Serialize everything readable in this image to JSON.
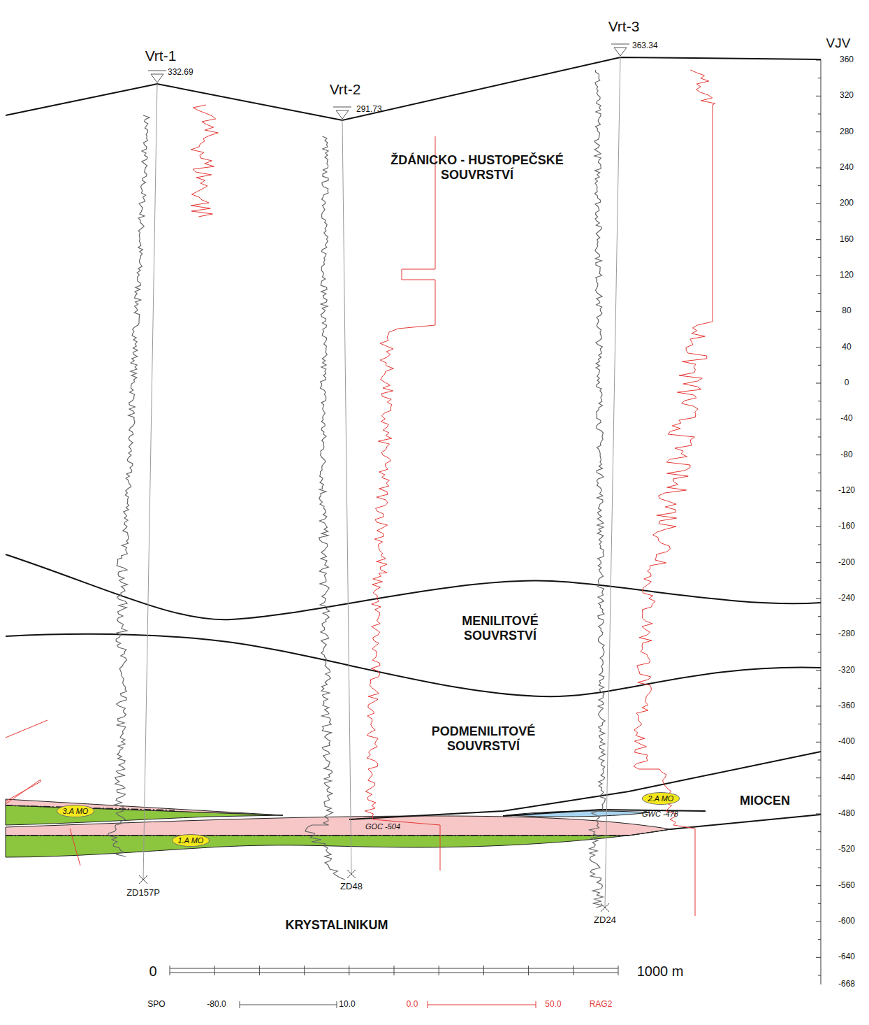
{
  "diagram": {
    "nodes": [
      {
        "text": [
          "3.A MO"
        ]
      },
      {
        "text": [
          "1.A MO"
        ]
      },
      {
        "text": [
          "2.A MO"
        ]
      }
    ],
    "labels": [
      "Vrt-1",
      "332.69",
      "Vrt-2",
      "291.73",
      "Vrt-3",
      "363.34",
      "VJV",
      "360",
      "320",
      "280",
      "240",
      "200",
      "160",
      "120",
      "80",
      "40",
      "0",
      "-40",
      "-80",
      "-120",
      "-160",
      "-200",
      "-240",
      "-280",
      "-320",
      "-360",
      "-400",
      "-440",
      "-480",
      "-520",
      "-560",
      "-600",
      "-640",
      "-668",
      "ŽDÁNICKO - HUSTOPEČSKÉ SOUVRSTVÍ",
      "MENILITOVÉ SOUVRSTVÍ",
      "PODMENILITOVÉ SOUVRSTVÍ",
      "MIOCEN",
      "KRYSTALINIKUM",
      "GOC -504",
      "GWC -478",
      "ZD157P",
      "ZD48",
      "ZD24",
      "0",
      "1000 m",
      "SPO",
      "-80.0",
      "10.0",
      "0.0",
      "50.0",
      "RAG2"
    ]
  }
}
